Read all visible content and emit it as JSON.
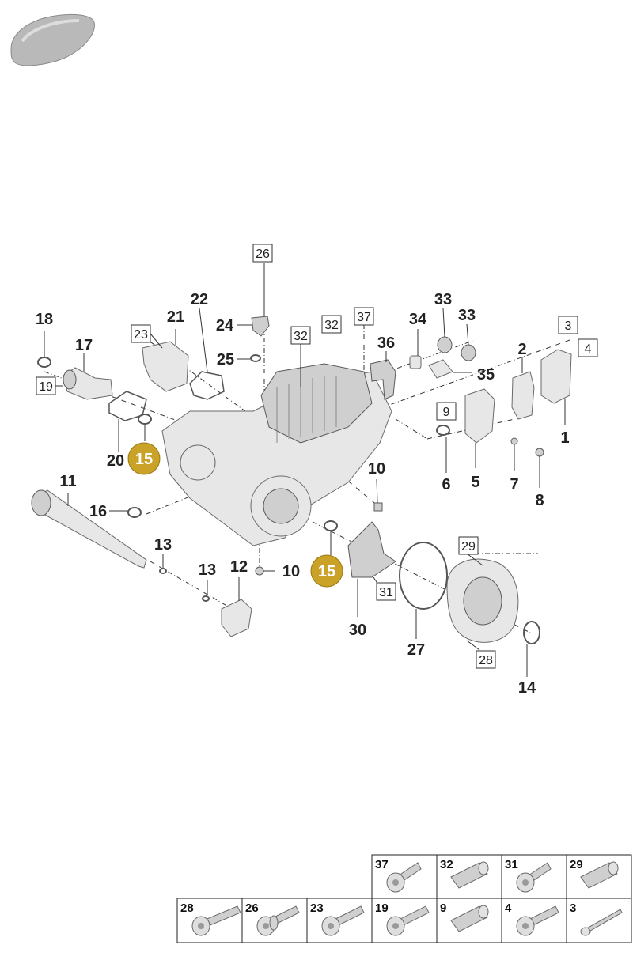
{
  "diagram": {
    "callouts": [
      {
        "id": "c1",
        "label": "1",
        "style": "plain"
      },
      {
        "id": "c2",
        "label": "2",
        "style": "plain"
      },
      {
        "id": "c3",
        "label": "3",
        "style": "boxed"
      },
      {
        "id": "c4",
        "label": "4",
        "style": "boxed"
      },
      {
        "id": "c5",
        "label": "5",
        "style": "plain"
      },
      {
        "id": "c6",
        "label": "6",
        "style": "plain"
      },
      {
        "id": "c7",
        "label": "7",
        "style": "plain"
      },
      {
        "id": "c8",
        "label": "8",
        "style": "plain"
      },
      {
        "id": "c9",
        "label": "9",
        "style": "boxed"
      },
      {
        "id": "c10a",
        "label": "10",
        "style": "plain"
      },
      {
        "id": "c10b",
        "label": "10",
        "style": "plain"
      },
      {
        "id": "c11",
        "label": "11",
        "style": "plain"
      },
      {
        "id": "c12",
        "label": "12",
        "style": "plain"
      },
      {
        "id": "c13a",
        "label": "13",
        "style": "plain"
      },
      {
        "id": "c13b",
        "label": "13",
        "style": "plain"
      },
      {
        "id": "c14",
        "label": "14",
        "style": "plain"
      },
      {
        "id": "c15a",
        "label": "15",
        "style": "highlight"
      },
      {
        "id": "c15b",
        "label": "15",
        "style": "highlight"
      },
      {
        "id": "c16",
        "label": "16",
        "style": "plain"
      },
      {
        "id": "c17",
        "label": "17",
        "style": "plain"
      },
      {
        "id": "c18",
        "label": "18",
        "style": "plain"
      },
      {
        "id": "c19",
        "label": "19",
        "style": "boxed"
      },
      {
        "id": "c20",
        "label": "20",
        "style": "plain"
      },
      {
        "id": "c21",
        "label": "21",
        "style": "plain"
      },
      {
        "id": "c22",
        "label": "22",
        "style": "plain"
      },
      {
        "id": "c23",
        "label": "23",
        "style": "boxed"
      },
      {
        "id": "c24",
        "label": "24",
        "style": "plain"
      },
      {
        "id": "c25",
        "label": "25",
        "style": "plain"
      },
      {
        "id": "c26",
        "label": "26",
        "style": "boxed"
      },
      {
        "id": "c27",
        "label": "27",
        "style": "plain"
      },
      {
        "id": "c28",
        "label": "28",
        "style": "boxed"
      },
      {
        "id": "c29",
        "label": "29",
        "style": "boxed"
      },
      {
        "id": "c30",
        "label": "30",
        "style": "plain"
      },
      {
        "id": "c31",
        "label": "31",
        "style": "boxed"
      },
      {
        "id": "c32a",
        "label": "32",
        "style": "boxed"
      },
      {
        "id": "c32b",
        "label": "32",
        "style": "boxed"
      },
      {
        "id": "c33a",
        "label": "33",
        "style": "plain"
      },
      {
        "id": "c33b",
        "label": "33",
        "style": "plain"
      },
      {
        "id": "c34",
        "label": "34",
        "style": "plain"
      },
      {
        "id": "c35",
        "label": "35",
        "style": "plain"
      },
      {
        "id": "c36",
        "label": "36",
        "style": "plain"
      },
      {
        "id": "c37",
        "label": "37",
        "style": "boxed"
      }
    ],
    "highlight_color": "#c9a227"
  },
  "fastener_table": {
    "row1": [
      {
        "label": "37",
        "icon": "hex-socket-bolt-icon"
      },
      {
        "label": "32",
        "icon": "sleeve-icon"
      },
      {
        "label": "31",
        "icon": "hex-socket-bolt-icon"
      },
      {
        "label": "29",
        "icon": "sleeve-icon"
      }
    ],
    "row2": [
      {
        "label": "28",
        "icon": "long-bolt-icon"
      },
      {
        "label": "26",
        "icon": "shouldered-bolt-icon"
      },
      {
        "label": "23",
        "icon": "flange-bolt-icon"
      },
      {
        "label": "19",
        "icon": "flange-bolt-icon"
      },
      {
        "label": "9",
        "icon": "sleeve-icon"
      },
      {
        "label": "4",
        "icon": "flange-bolt-icon"
      },
      {
        "label": "3",
        "icon": "thin-screw-icon"
      }
    ]
  }
}
